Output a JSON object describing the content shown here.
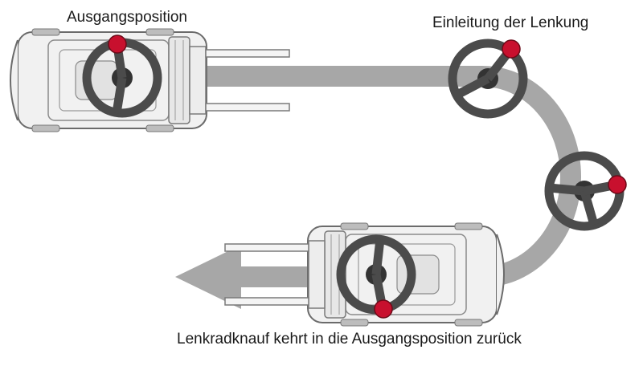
{
  "labels": {
    "start_position": "Ausgangsposition",
    "steering_initiation": "Einleitung der Lenkung",
    "knob_returns": "Lenkradknauf kehrt in die Ausgangsposition zurück"
  },
  "colors": {
    "path": "#a7a7a7",
    "truck_outline": "#6b6b6b",
    "truck_fill": "#f1f1f1",
    "wheel": "#4b4b4b",
    "hub": "#333333",
    "knob": "#c8102e"
  },
  "icons": [
    "forklift-icon",
    "steering-wheel-icon",
    "steering-knob-icon",
    "arrow-left-icon"
  ]
}
